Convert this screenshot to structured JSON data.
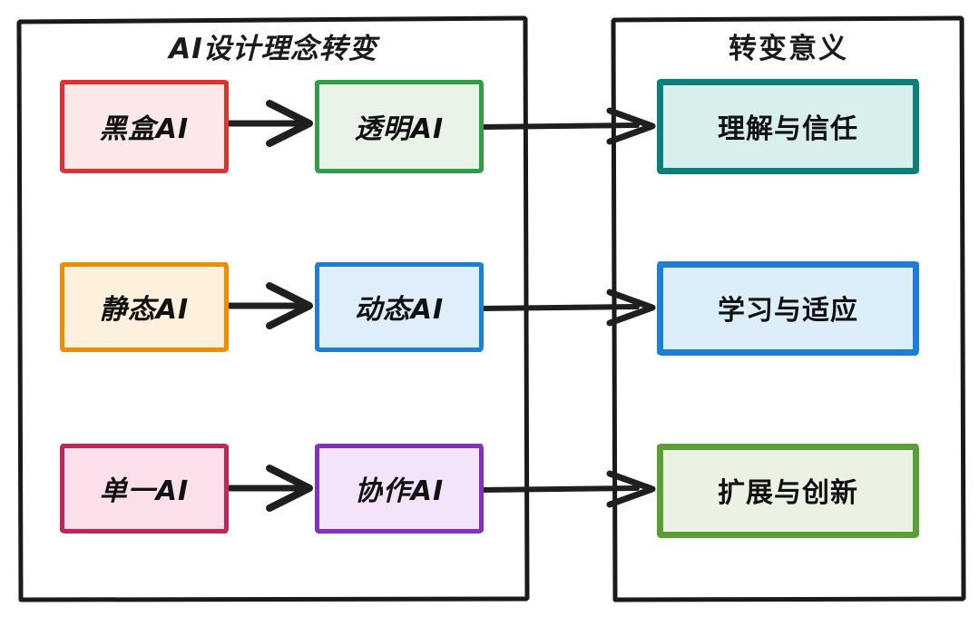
{
  "diagram": {
    "title_left": "AI设计理念转变",
    "title_right": "转变意义",
    "background": "#ffffff",
    "frame_color": "#1a1a1a",
    "arrow_color": "#1f1f1f"
  },
  "left_panel": {
    "title": "AI设计理念转变",
    "rows": [
      {
        "from": {
          "label": "黑盒AI",
          "border": "#e03131",
          "fill": "#fce8e8",
          "text": "#111111"
        },
        "to": {
          "label": "透明AI",
          "border": "#2f9e44",
          "fill": "#e9f3e7",
          "text": "#111111"
        },
        "connector": "arrow-right"
      },
      {
        "from": {
          "label": "静态AI",
          "border": "#f08c00",
          "fill": "#fdf0dc",
          "text": "#111111"
        },
        "to": {
          "label": "动态AI",
          "border": "#1c7ed6",
          "fill": "#dfeefb",
          "text": "#111111"
        },
        "connector": "arrow-right"
      },
      {
        "from": {
          "label": "单一AI",
          "border": "#c2255c",
          "fill": "#fbe0ec",
          "text": "#111111"
        },
        "to": {
          "label": "协作AI",
          "border": "#862ec0",
          "fill": "#f3e4fa",
          "text": "#111111"
        },
        "connector": "arrow-right"
      }
    ]
  },
  "right_panel": {
    "title": "转变意义",
    "nodes": [
      {
        "label": "理解与信任",
        "border": "#0b8079",
        "fill": "#d9efed",
        "text": "#111111"
      },
      {
        "label": "学习与适应",
        "border": "#1c7ed6",
        "fill": "#ddeefb",
        "text": "#111111"
      },
      {
        "label": "扩展与创新",
        "border": "#5a9e36",
        "fill": "#eaf2e3",
        "text": "#111111"
      }
    ]
  },
  "connections": [
    {
      "from": "透明AI",
      "to": "理解与信任",
      "style": "arrow-right"
    },
    {
      "from": "动态AI",
      "to": "学习与适应",
      "style": "arrow-right"
    },
    {
      "from": "协作AI",
      "to": "扩展与创新",
      "style": "arrow-right"
    }
  ]
}
